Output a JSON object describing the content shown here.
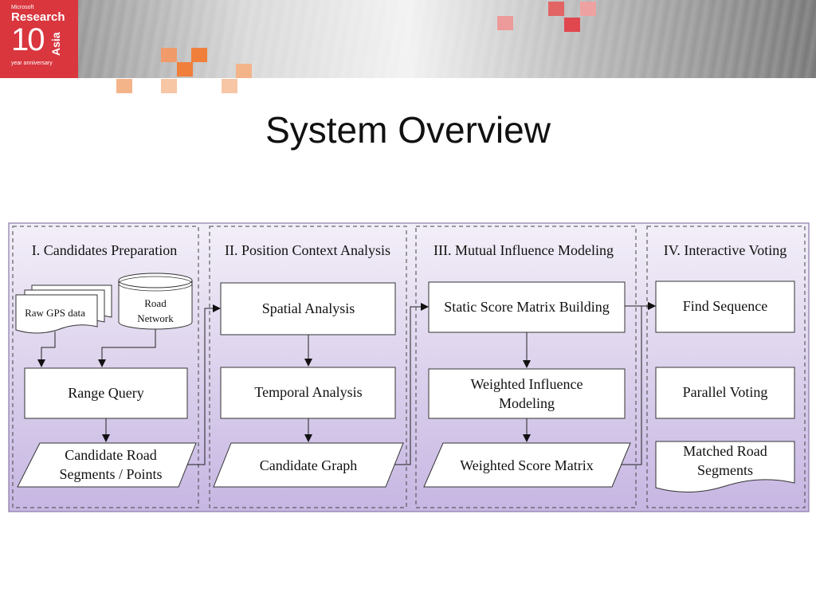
{
  "logo": {
    "ms": "Microsoft",
    "research": "Research",
    "ten": "10",
    "asia": "Asia",
    "anniversary": "year anniversary"
  },
  "slide_title": "System Overview",
  "colors": {
    "accent_red": "#d9363e",
    "accent_orange": "#f07f3c",
    "panel_top": "#f3eff8",
    "panel_bottom": "#c6b6e2",
    "panel_border": "#8a7aa8"
  },
  "stages": [
    {
      "title": "I. Candidates Preparation"
    },
    {
      "title": "II. Position Context Analysis"
    },
    {
      "title": "III. Mutual Influence Modeling"
    },
    {
      "title": "IV. Interactive Voting"
    }
  ],
  "nodes": {
    "raw_gps": "Raw GPS data",
    "road_network_1": "Road",
    "road_network_2": "Network",
    "range_query": "Range Query",
    "candidate_segments_1": "Candidate Road",
    "candidate_segments_2": "Segments / Points",
    "spatial_analysis": "Spatial Analysis",
    "temporal_analysis": "Temporal Analysis",
    "candidate_graph": "Candidate Graph",
    "static_matrix": "Static Score Matrix Building",
    "weighted_influence_1": "Weighted Influence",
    "weighted_influence_2": "Modeling",
    "weighted_matrix": "Weighted Score Matrix",
    "find_sequence": "Find Sequence",
    "parallel_voting": "Parallel Voting",
    "matched_segments_1": "Matched Road",
    "matched_segments_2": "Segments"
  }
}
